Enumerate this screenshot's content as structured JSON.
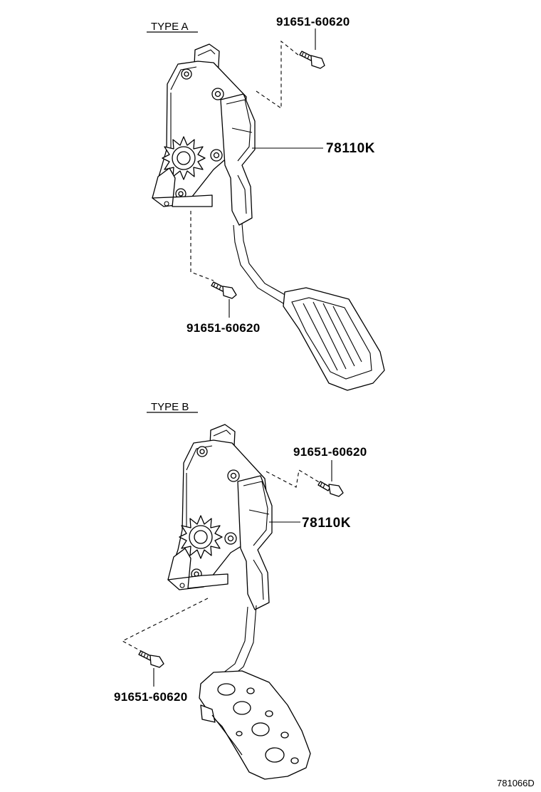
{
  "type_a": {
    "title": "TYPE A",
    "bolt_top_label": "91651-60620",
    "pedal_label": "78110K",
    "bolt_bottom_label": "91651-60620"
  },
  "type_b": {
    "title": "TYPE B",
    "bolt_top_label": "91651-60620",
    "pedal_label": "78110K",
    "bolt_bottom_label": "91651-60620"
  },
  "illustration_code": "781066D",
  "icons": [
    "accelerator-pedal-assembly-icon",
    "flange-bolt-icon"
  ]
}
